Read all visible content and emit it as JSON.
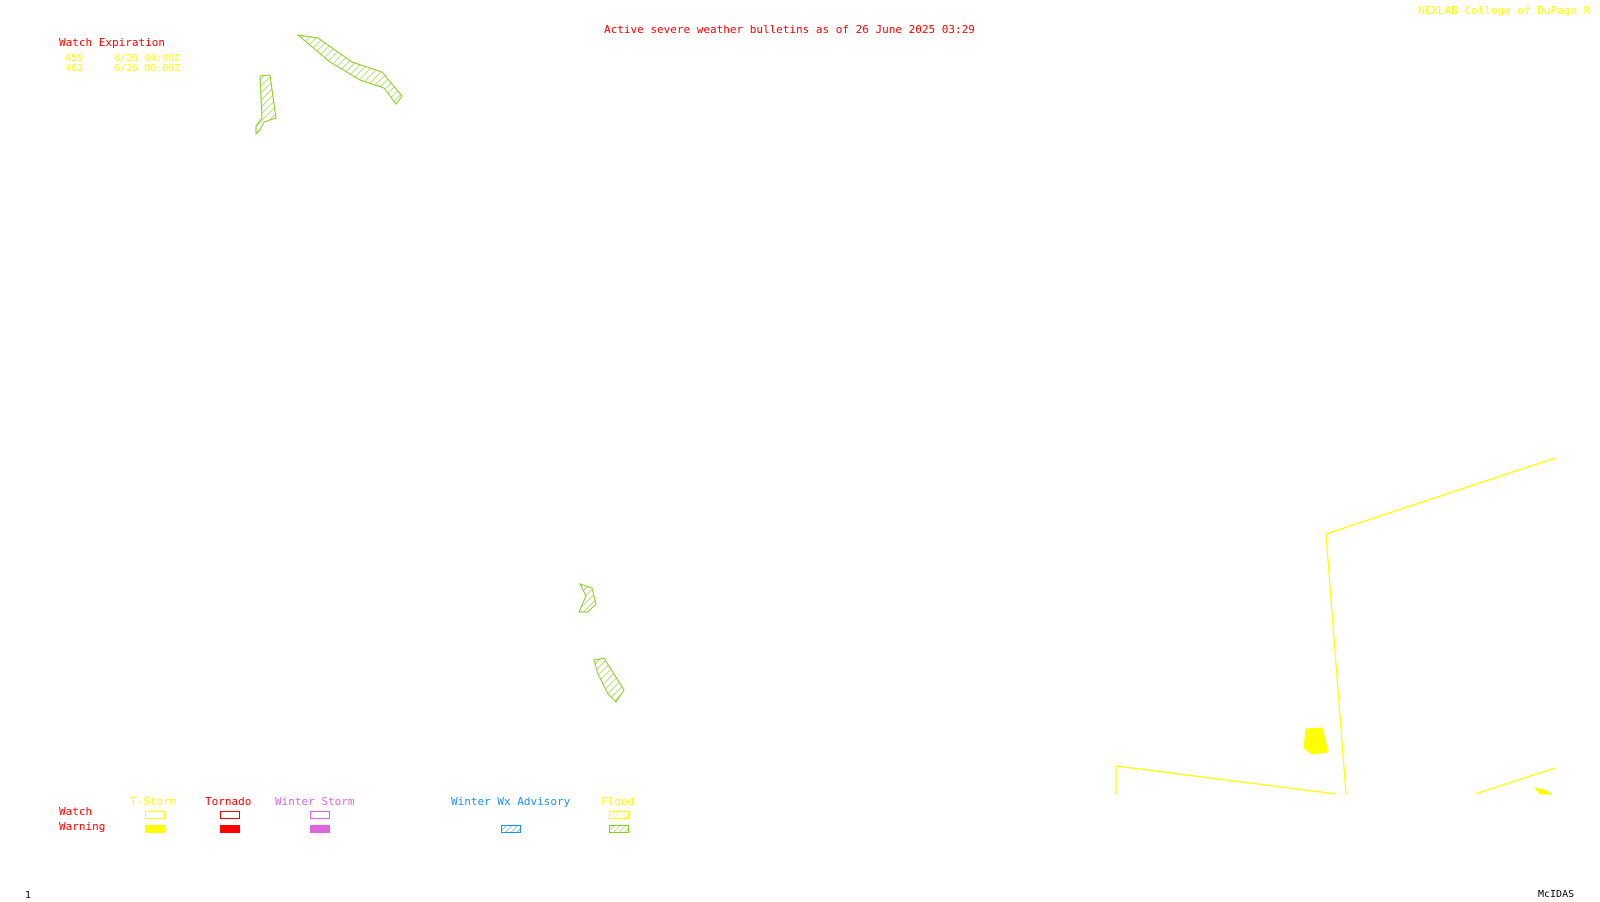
{
  "header": {
    "title": "Active severe weather bulletins as of 26 June 2025 03:29",
    "credit": "NEXLAB-College of DuPage R"
  },
  "watch_expiration": {
    "heading": "Watch Expiration",
    "rows": [
      {
        "id": "459",
        "expires": "6/26 04:00Z"
      },
      {
        "id": "462",
        "expires": "6/26 06:00Z"
      }
    ]
  },
  "legend": {
    "row_watch": "Watch",
    "row_warning": "Warning",
    "categories": [
      {
        "label": "T-Storm",
        "color": "#ffff00",
        "watch_style": "outline",
        "warning_style": "fill"
      },
      {
        "label": "Tornado",
        "color": "#ff0000",
        "watch_style": "outline",
        "warning_style": "fill"
      },
      {
        "label": "Winter Storm",
        "color": "#dd66dd",
        "watch_style": "outline",
        "warning_style": "fill"
      },
      {
        "label": "Winter Wx Advisory",
        "color": "#1e90ff",
        "watch_style": "none",
        "warning_style": "hatch"
      },
      {
        "label": "Flood",
        "color": "#88cc22",
        "watch_style": "hatch",
        "warning_style": "hatch"
      }
    ]
  },
  "footer": {
    "frame_number": "1",
    "software": "McIDAS"
  },
  "colors": {
    "flood_warning": "#88cc22",
    "tstorm": "#ffff00",
    "tornado": "#ff0000",
    "background": "#ffffff"
  }
}
